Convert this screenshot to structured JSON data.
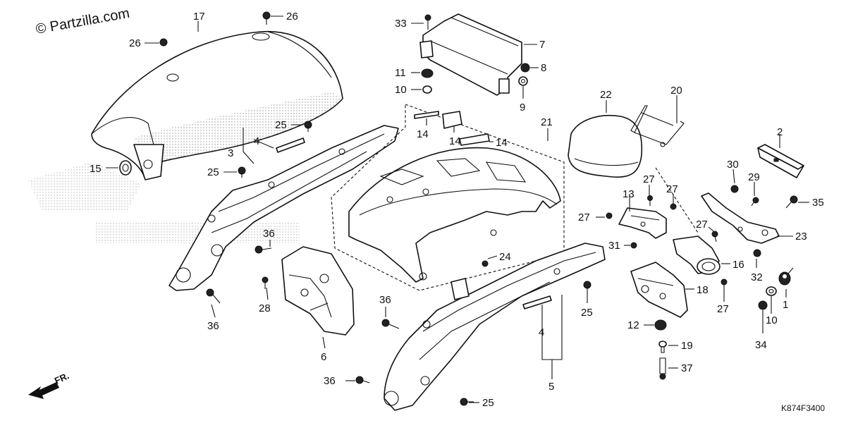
{
  "watermark": "© Partzilla.com",
  "drawing_code": "K874F3400",
  "front_indicator": "FR.",
  "callouts": {
    "c1": "1",
    "c2": "2",
    "c3": "3",
    "c4a": "4",
    "c4b": "4",
    "c5": "5",
    "c6": "6",
    "c7": "7",
    "c8": "8",
    "c9": "9",
    "c10a": "10",
    "c10b": "10",
    "c11": "11",
    "c12": "12",
    "c13": "13",
    "c14a": "14",
    "c14b": "14",
    "c14c": "14",
    "c15": "15",
    "c16": "16",
    "c17": "17",
    "c18": "18",
    "c19": "19",
    "c20": "20",
    "c21": "21",
    "c22": "22",
    "c23": "23",
    "c24": "24",
    "c25a": "25",
    "c25b": "25",
    "c25c": "25",
    "c25d": "25",
    "c26a": "26",
    "c26b": "26",
    "c27a": "27",
    "c27b": "27",
    "c27c": "27",
    "c27d": "27",
    "c27e": "27",
    "c28": "28",
    "c29": "29",
    "c30": "30",
    "c31": "31",
    "c32": "32",
    "c33": "33",
    "c34": "34",
    "c35": "35",
    "c36a": "36",
    "c36b": "36",
    "c36c": "36",
    "c36d": "36",
    "c37": "37"
  }
}
